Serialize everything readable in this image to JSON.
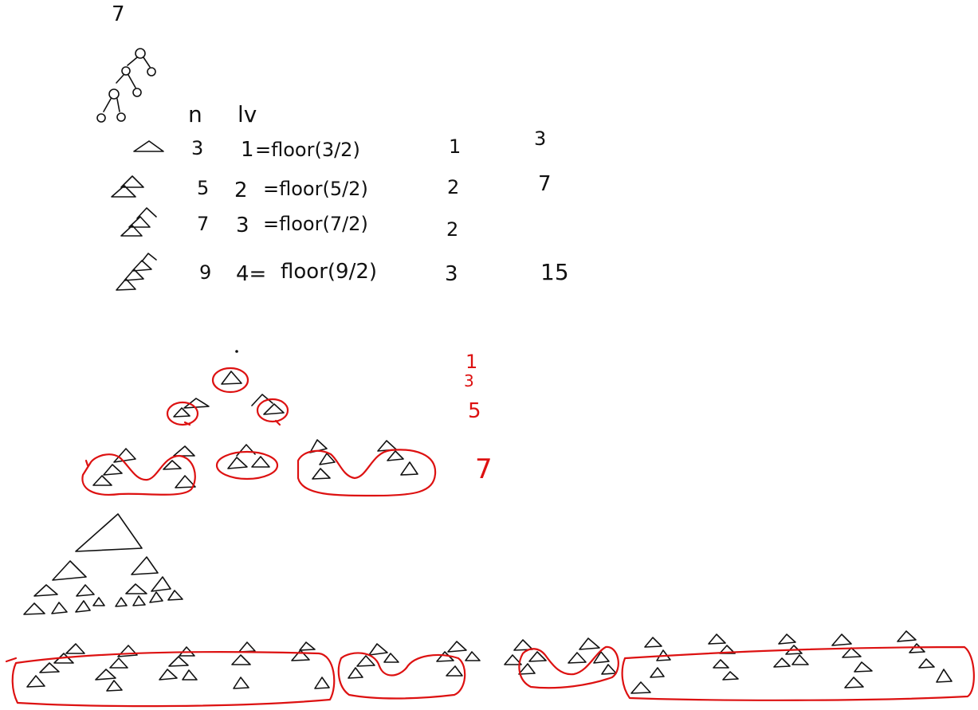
{
  "top_label": "7",
  "table": {
    "headers": {
      "n": "n",
      "lv": "lv"
    },
    "rows": [
      {
        "n": "3",
        "lv": "1",
        "formula": "=floor(3/2)",
        "col3": "1",
        "col4": "3"
      },
      {
        "n": "5",
        "lv": "2",
        "formula": "=floor(5/2)",
        "col3": "2",
        "col4": "7"
      },
      {
        "n": "7",
        "lv": "3",
        "formula": "=floor(7/2)",
        "col3": "2",
        "col4": ""
      },
      {
        "n": "9",
        "lv": "4=",
        "formula": "floor(9/2)",
        "col3": "3",
        "col4": "15"
      }
    ]
  },
  "red_numbers": [
    "1",
    "3",
    "5",
    "7"
  ],
  "colors": {
    "ink": "#111111",
    "annotation": "#dd1111",
    "background": "#ffffff"
  }
}
